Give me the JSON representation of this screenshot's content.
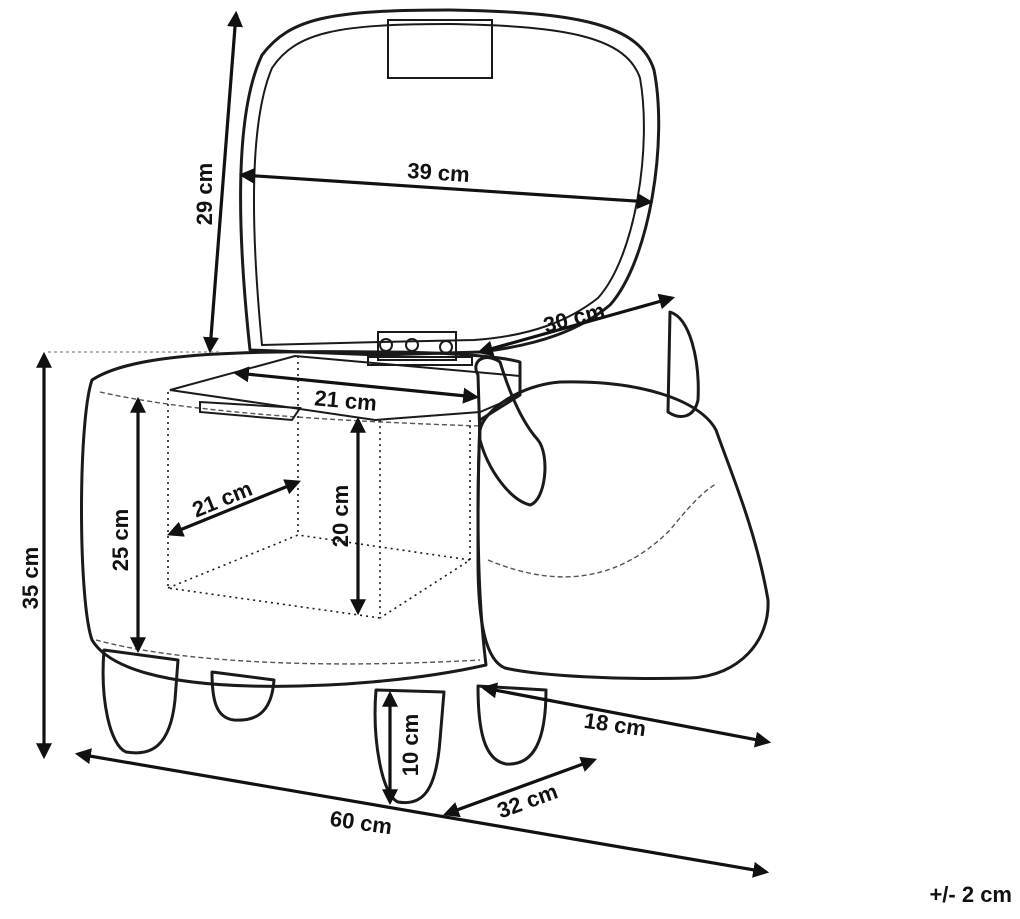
{
  "dimensions": {
    "lid_height": "29 cm",
    "lid_width": "39 cm",
    "lid_depth": "30 cm",
    "storage_width": "21 cm",
    "storage_depth": "21 cm",
    "storage_height": "20 cm",
    "body_height": "25 cm",
    "total_height": "35 cm",
    "leg_height": "10 cm",
    "depth": "32 cm",
    "total_length": "60 cm",
    "head_length": "18 cm"
  },
  "tolerance": "+/- 2 cm"
}
